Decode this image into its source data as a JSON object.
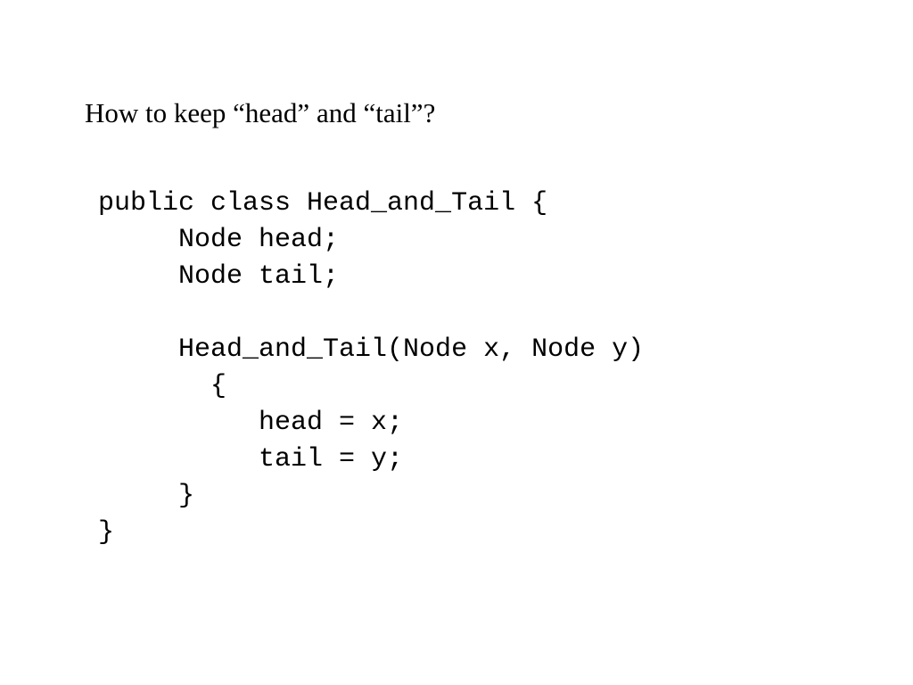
{
  "slide": {
    "heading": "How to keep “head” and “tail”?",
    "code_lines": [
      "public class Head_and_Tail {",
      "     Node head;",
      "     Node tail;",
      "",
      "     Head_and_Tail(Node x, Node y)",
      "       {",
      "          head = x;",
      "          tail = y;",
      "     }",
      "}"
    ]
  }
}
